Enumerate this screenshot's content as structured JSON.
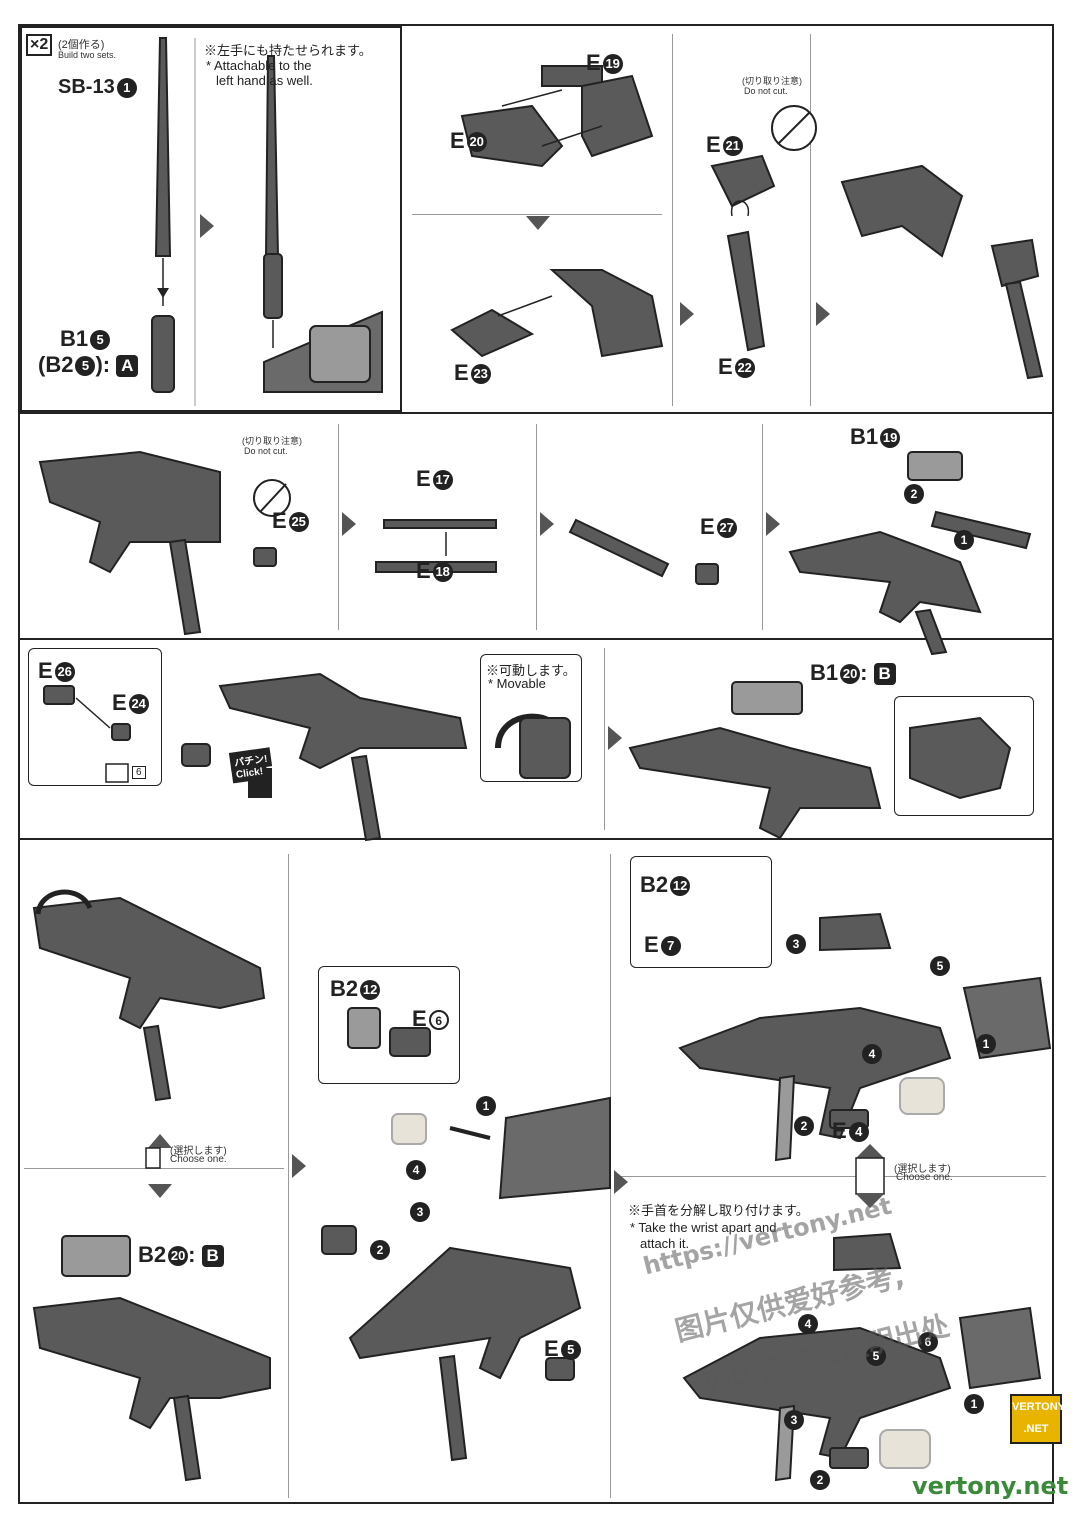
{
  "header": {
    "set_count": "×2",
    "set_jp": "(2個作る)",
    "set_en": "Build two sets."
  },
  "step1": {
    "sb13": "SB-13",
    "sb13_num": "1",
    "b1": "B1",
    "b1_num": "5",
    "b2": "(B2",
    "b2_num": "5",
    "b2_suffix": "):",
    "letter": "A"
  },
  "step2": {
    "note_jp": "※左手にも持たせられます。",
    "note_en_1": "* Attachable to the",
    "note_en_2": "left hand as well."
  },
  "step3": {
    "e19": "E",
    "e19_num": "19",
    "e20": "E",
    "e20_num": "20",
    "e23": "E",
    "e23_num": "23"
  },
  "step4": {
    "do_not_cut_jp": "(切り取り注意)",
    "do_not_cut_en": "Do not cut.",
    "e21": "E",
    "e21_num": "21",
    "e22": "E",
    "e22_num": "22"
  },
  "row2": {
    "do_not_cut_jp": "(切り取り注意)",
    "do_not_cut_en": "Do not cut.",
    "e25": "E",
    "e25_num": "25",
    "e17": "E",
    "e17_num": "17",
    "e18": "E",
    "e18_num": "18",
    "e27": "E",
    "e27_num": "27",
    "b1": "B1",
    "b1_num": "19",
    "step_1": "1",
    "step_2": "2"
  },
  "row3": {
    "e26": "E",
    "e26_num": "26",
    "e24": "E",
    "e24_num": "24",
    "sticker": "6",
    "click_jp": "パチン!",
    "click_en": "Click!",
    "movable_jp": "※可動します。",
    "movable_en": "* Movable",
    "b1": "B1",
    "b1_num": "20",
    "b1_suffix": ":",
    "letter": "B"
  },
  "row4": {
    "choose_jp": "(選択します)",
    "choose_en": "Choose one.",
    "b2": "B2",
    "b2_num": "20",
    "b2_suffix": ":",
    "letter": "B",
    "b2_12": "B2",
    "b2_12_num": "12",
    "e6": "E",
    "e6_num": "6",
    "e5": "E",
    "e5_num": "5",
    "b2_12b": "B2",
    "b2_12b_num": "12",
    "e7": "E",
    "e7_num": "7",
    "e4": "E",
    "e4_num": "4",
    "choose2_jp": "(選択します)",
    "choose2_en": "Choose one.",
    "wrist_jp": "※手首を分解し取り付けます。",
    "wrist_en_1": "* Take the wrist apart and",
    "wrist_en_2": "attach it.",
    "steps": [
      "1",
      "2",
      "3",
      "4",
      "5",
      "6"
    ]
  },
  "watermark": {
    "url": "https://vertony.net",
    "cn_1": "图片仅供爱好参考,",
    "cn_2": "列印请转载注明出处"
  },
  "logo": {
    "line1": "VERTONY",
    "line2": ".NET"
  },
  "site": "vertony.net",
  "colors": {
    "line": "#222222",
    "part": "#5a5a5a",
    "light_part": "#9a9a9a",
    "ghost_hand": "#e8e3d8",
    "logo": "#e8b400",
    "site": "#3a8a3a"
  }
}
